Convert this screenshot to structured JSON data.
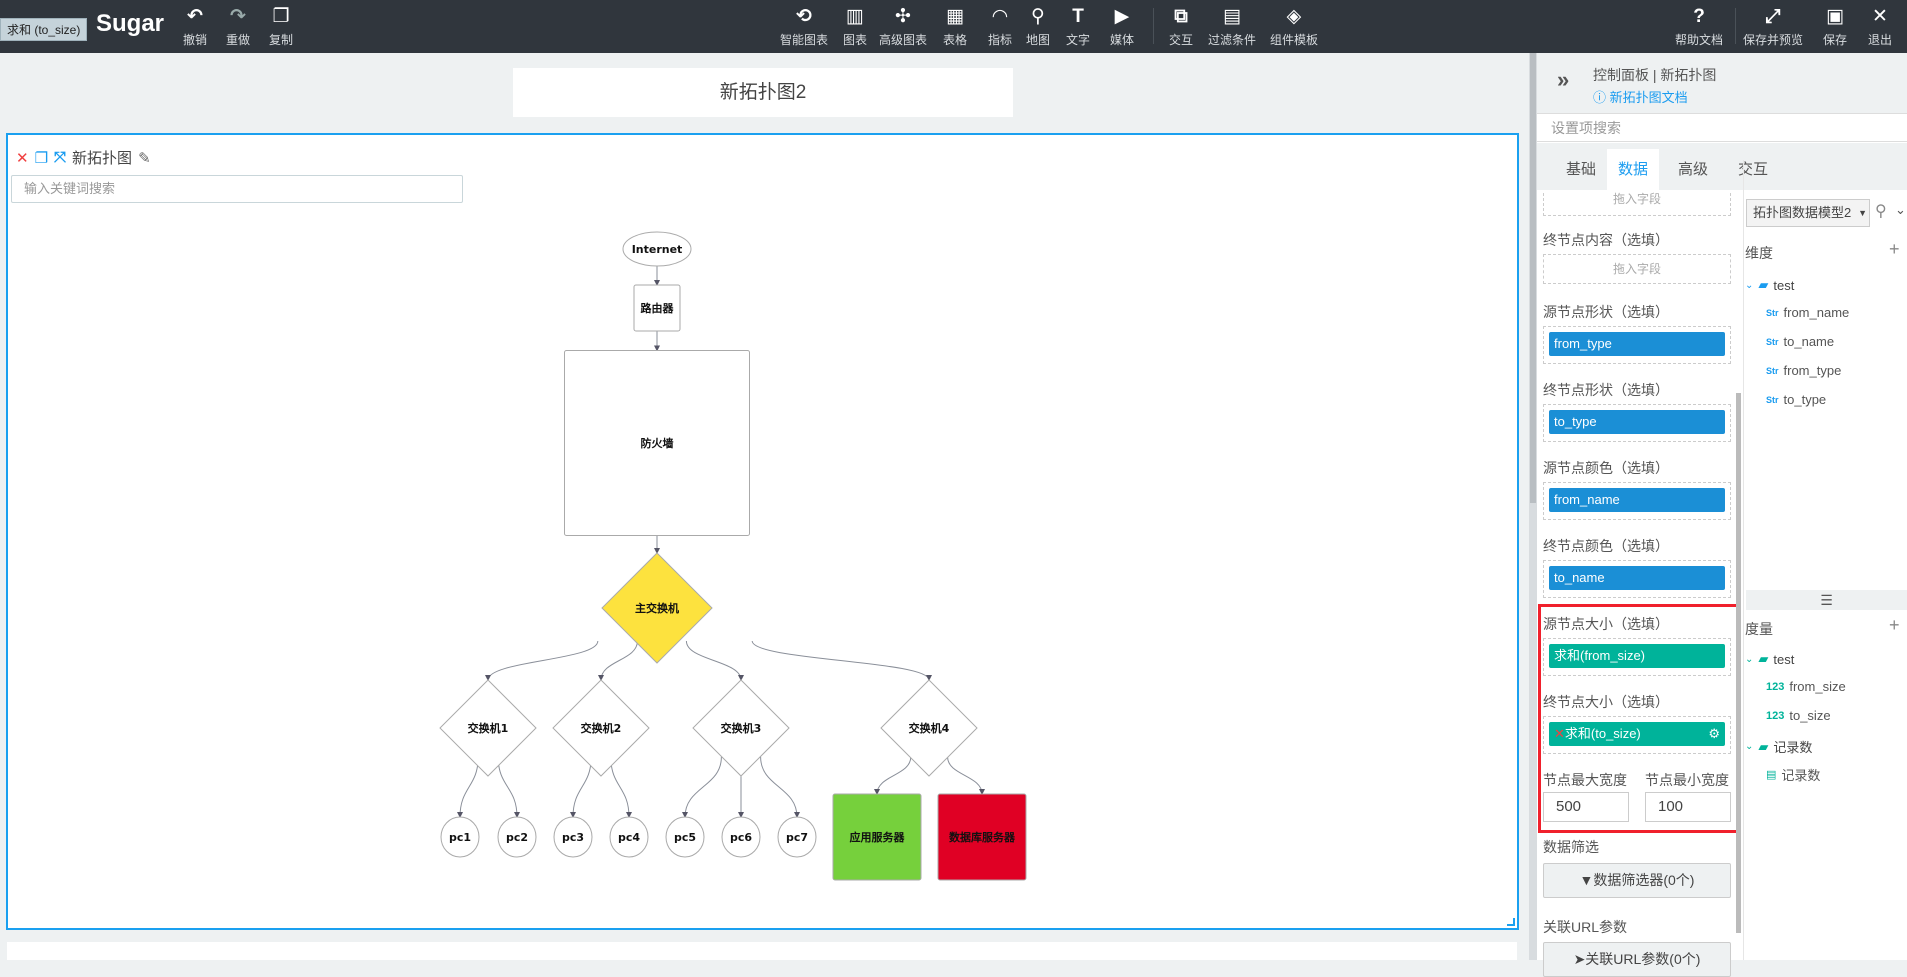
{
  "topbar": {
    "logo": "Sugar",
    "tooltip": "求和 (to_size)",
    "left_buttons": [
      {
        "icon": "undo-icon",
        "label": "撤销"
      },
      {
        "icon": "redo-icon",
        "label": "重做"
      },
      {
        "icon": "copy-icon",
        "label": "复制"
      }
    ],
    "center_buttons": [
      {
        "icon": "smart-chart-icon",
        "label": "智能图表"
      },
      {
        "icon": "bar-chart-icon",
        "label": "图表"
      },
      {
        "icon": "advanced-chart-icon",
        "label": "高级图表"
      },
      {
        "icon": "table-icon",
        "label": "表格"
      },
      {
        "icon": "gauge-icon",
        "label": "指标"
      },
      {
        "icon": "map-icon",
        "label": "地图"
      },
      {
        "icon": "text-icon",
        "label": "文字"
      },
      {
        "icon": "media-icon",
        "label": "媒体"
      },
      {
        "icon": "interaction-icon",
        "label": "交互"
      },
      {
        "icon": "filter-icon",
        "label": "过滤条件"
      },
      {
        "icon": "component-template-icon",
        "label": "组件模板"
      }
    ],
    "right_buttons": [
      {
        "icon": "help-icon",
        "label": "帮助文档"
      },
      {
        "icon": "expand-icon",
        "label": "保存并预览"
      },
      {
        "icon": "save-icon",
        "label": "保存"
      },
      {
        "icon": "close-icon",
        "label": "退出"
      }
    ]
  },
  "canvas": {
    "page_title": "新拓扑图2",
    "widget": {
      "title": "新拓扑图",
      "search_placeholder": "输入关键词搜索"
    }
  },
  "topology": {
    "nodes": [
      {
        "id": "internet",
        "label": "Internet",
        "shape": "ellipse",
        "color": "#ffffff"
      },
      {
        "id": "router",
        "label": "路由器",
        "shape": "rect",
        "color": "#ffffff"
      },
      {
        "id": "firewall",
        "label": "防火墙",
        "shape": "rect",
        "color": "#ffffff"
      },
      {
        "id": "core",
        "label": "主交换机",
        "shape": "diamond",
        "color": "#fde23e"
      },
      {
        "id": "s1",
        "label": "交换机1",
        "shape": "diamond",
        "color": "#ffffff"
      },
      {
        "id": "s2",
        "label": "交换机2",
        "shape": "diamond",
        "color": "#ffffff"
      },
      {
        "id": "s3",
        "label": "交换机3",
        "shape": "diamond",
        "color": "#ffffff"
      },
      {
        "id": "s4",
        "label": "交换机4",
        "shape": "diamond",
        "color": "#ffffff"
      },
      {
        "id": "pc1",
        "label": "pc1",
        "shape": "circle",
        "color": "#ffffff"
      },
      {
        "id": "pc2",
        "label": "pc2",
        "shape": "circle",
        "color": "#ffffff"
      },
      {
        "id": "pc3",
        "label": "pc3",
        "shape": "circle",
        "color": "#ffffff"
      },
      {
        "id": "pc4",
        "label": "pc4",
        "shape": "circle",
        "color": "#ffffff"
      },
      {
        "id": "pc5",
        "label": "pc5",
        "shape": "circle",
        "color": "#ffffff"
      },
      {
        "id": "pc6",
        "label": "pc6",
        "shape": "circle",
        "color": "#ffffff"
      },
      {
        "id": "pc7",
        "label": "pc7",
        "shape": "circle",
        "color": "#ffffff"
      },
      {
        "id": "app",
        "label": "应用服务器",
        "shape": "rect",
        "color": "#76d03c"
      },
      {
        "id": "db",
        "label": "数据库服务器",
        "shape": "rect",
        "color": "#e00024"
      }
    ],
    "edges": [
      [
        "internet",
        "router"
      ],
      [
        "router",
        "firewall"
      ],
      [
        "firewall",
        "core"
      ],
      [
        "core",
        "s1"
      ],
      [
        "core",
        "s2"
      ],
      [
        "core",
        "s3"
      ],
      [
        "core",
        "s4"
      ],
      [
        "s1",
        "pc1"
      ],
      [
        "s1",
        "pc2"
      ],
      [
        "s2",
        "pc3"
      ],
      [
        "s2",
        "pc4"
      ],
      [
        "s3",
        "pc5"
      ],
      [
        "s3",
        "pc6"
      ],
      [
        "s3",
        "pc7"
      ],
      [
        "s4",
        "app"
      ],
      [
        "s4",
        "db"
      ]
    ]
  },
  "panel": {
    "title": "控制面板 | 新拓扑图",
    "doc_link": "新拓扑图文档",
    "search_placeholder": "设置项搜索",
    "tabs": [
      "基础",
      "数据",
      "高级",
      "交互"
    ],
    "active_tab": "数据",
    "drop_placeholder": "拖入字段",
    "fields": [
      {
        "label": "终节点内容（选填）",
        "value": null
      },
      {
        "label": "源节点形状（选填）",
        "value": "from_type",
        "type": "dimension"
      },
      {
        "label": "终节点形状（选填）",
        "value": "to_type",
        "type": "dimension"
      },
      {
        "label": "源节点颜色（选填）",
        "value": "from_name",
        "type": "dimension"
      },
      {
        "label": "终节点颜色（选填）",
        "value": "to_name",
        "type": "dimension"
      },
      {
        "label": "源节点大小（选填）",
        "value": "求和(from_size)",
        "type": "measure"
      },
      {
        "label": "终节点大小（选填）",
        "value": "求和(to_size)",
        "type": "measure"
      }
    ],
    "max_width_label": "节点最大宽度",
    "max_width": "500",
    "min_width_label": "节点最小宽度",
    "min_width": "100",
    "filter_label": "数据筛选",
    "filter_button": "数据筛选器(0个)",
    "url_label": "关联URL参数",
    "url_button": "关联URL参数(0个)",
    "dataset": "拓扑图数据模型2",
    "dimensions_title": "维度",
    "dimensions": {
      "folder": "test",
      "items": [
        "from_name",
        "to_name",
        "from_type",
        "to_type"
      ],
      "tag": "Str"
    },
    "measures_title": "度量",
    "measures": {
      "folder": "test",
      "items": [
        "from_size",
        "to_size"
      ],
      "tag": "123"
    },
    "records": {
      "folder": "记录数",
      "item": "记录数"
    },
    "highlight_color": "#f0202c"
  }
}
